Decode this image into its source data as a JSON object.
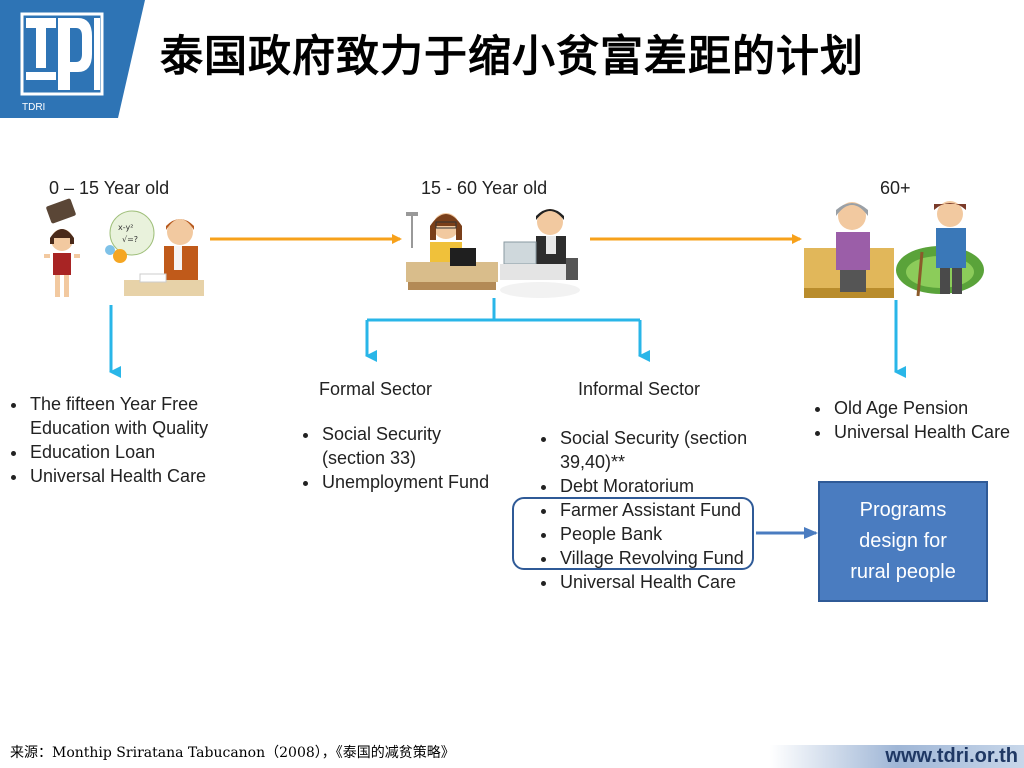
{
  "header": {
    "title": "泰国政府致力于缩小贫富差距的计划",
    "logo_text": "TDRI"
  },
  "stages": [
    {
      "label": "0 – 15 Year old",
      "icon": "children-studying-icon"
    },
    {
      "label": "15 - 60 Year old",
      "icon": "office-workers-icon"
    },
    {
      "label": "60+",
      "icon": "elderly-couple-icon"
    }
  ],
  "childhood": {
    "items": [
      "The fifteen Year Free Education with Quality",
      "Education Loan",
      "Universal Health Care"
    ]
  },
  "formal_sector": {
    "label": "Formal Sector",
    "items": [
      "Social Security (section 33)",
      "Unemployment Fund"
    ]
  },
  "informal_sector": {
    "label": "Informal Sector",
    "items": [
      "Social Security (section 39,40)**",
      "Debt Moratorium",
      "Farmer Assistant Fund",
      "People Bank",
      "Village Revolving Fund",
      "Universal Health Care"
    ]
  },
  "elderly": {
    "items": [
      "Old Age Pension",
      "Universal Health Care"
    ]
  },
  "rural_box": {
    "text": "Programs design for rural people"
  },
  "footer": {
    "source": "来源：Monthip Sriratana Tabucanon（2008），《泰国的减贫策略》",
    "url": "www.tdri.or.th"
  },
  "colors": {
    "brand_blue": "#2e74b5",
    "timeline_arrow": "#f7a11a",
    "branch_arrow": "#29b6e8",
    "box_fill": "#4a7cc0",
    "box_border": "#2f5a97"
  }
}
